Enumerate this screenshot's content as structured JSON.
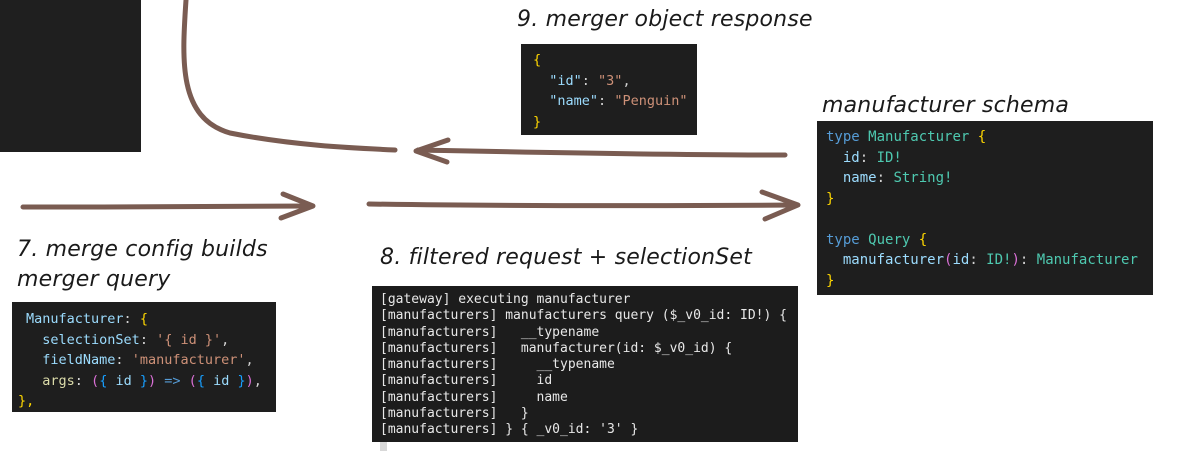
{
  "labels": {
    "merger_object_response": "9. merger object response",
    "manufacturer_schema": "manufacturer schema",
    "merge_config_line1": "7. merge config builds",
    "merge_config_line2": "merger query",
    "filtered_request": "8. filtered request + selectionSet"
  },
  "response_json": {
    "open": "{",
    "id_key": "\"id\"",
    "id_value": "\"3\"",
    "name_key": "\"name\"",
    "name_value": "\"Penguin\"",
    "close": "}"
  },
  "schema_code": {
    "kw_type": "type",
    "manufacturer_type": "Manufacturer",
    "open_brace": "{",
    "field_id": "id",
    "field_id_type": "ID!",
    "field_name": "name",
    "field_name_type": "String!",
    "close_brace": "}",
    "kw_type2": "type",
    "query_type": "Query",
    "open_brace2": "{",
    "query_field": "manufacturer",
    "arg_name": "id",
    "arg_type": "ID!",
    "return_type": "Manufacturer",
    "close_brace2": "}"
  },
  "merge_config_code": {
    "type_key": "Manufacturer",
    "open": "{",
    "selection_set_key": "selectionSet",
    "selection_set_value": "'{ id }'",
    "field_name_key": "fieldName",
    "field_name_value": "'manufacturer'",
    "args_key": "args",
    "arg_param": "id",
    "arrow": "=>",
    "arg_return": "id",
    "close": "},"
  },
  "terminal_lines": [
    "[gateway] executing manufacturer",
    "[manufacturers] manufacturers query ($_v0_id: ID!) {",
    "[manufacturers]   __typename",
    "[manufacturers]   manufacturer(id: $_v0_id) {",
    "[manufacturers]     __typename",
    "[manufacturers]     id",
    "[manufacturers]     name",
    "[manufacturers]   }",
    "[manufacturers] } { _v0_id: '3' }"
  ],
  "colors": {
    "arrow": "#7a5c52",
    "code_bg": "#1e1e1e",
    "keyword": "#569cd6",
    "type": "#4ec9b0",
    "bracket": "#ffd700",
    "property": "#9cdcfe",
    "string": "#ce9178"
  }
}
